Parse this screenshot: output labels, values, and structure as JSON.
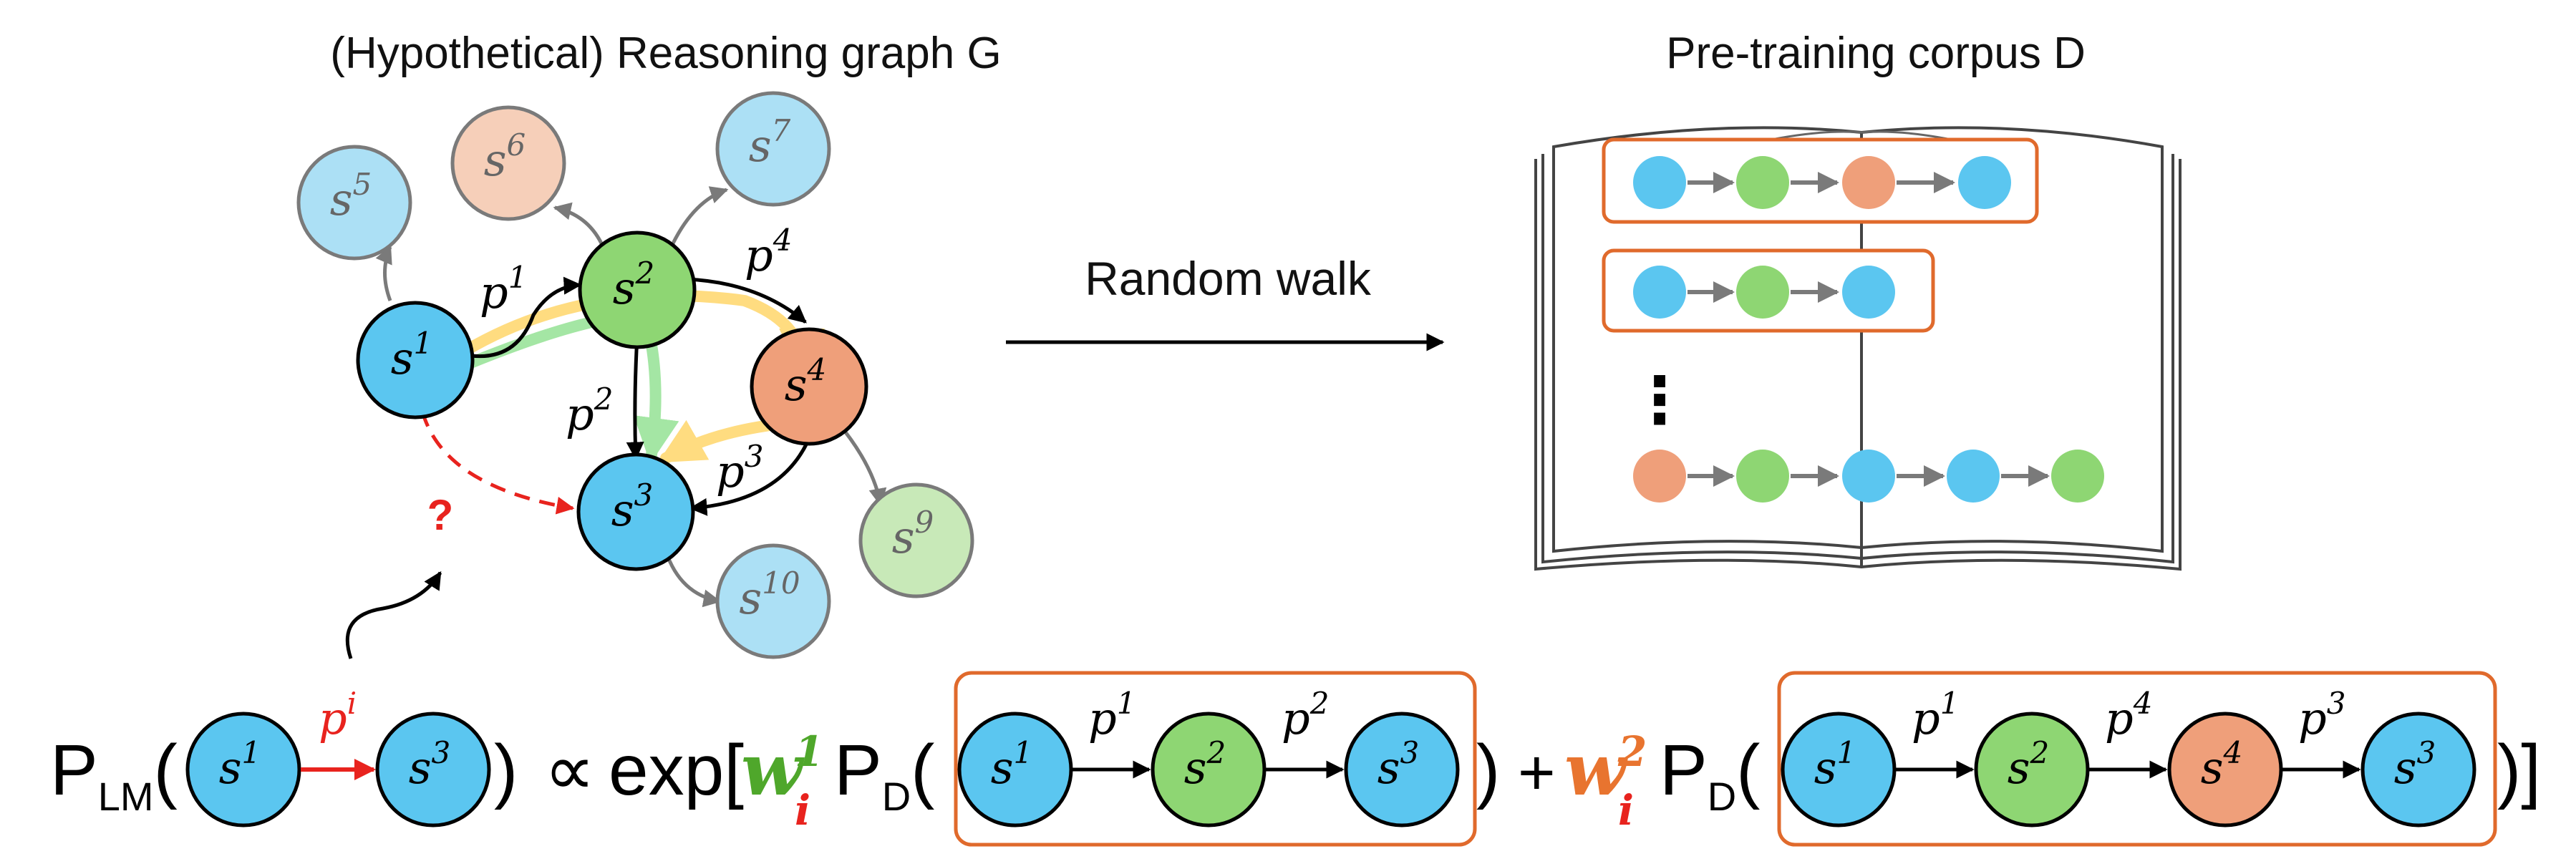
{
  "graph": {
    "title": "(Hypothetical) Reasoning graph G",
    "question_mark": "?",
    "nodes": {
      "s1": {
        "base": "s",
        "sup": "1"
      },
      "s2": {
        "base": "s",
        "sup": "2"
      },
      "s3": {
        "base": "s",
        "sup": "3"
      },
      "s4": {
        "base": "s",
        "sup": "4"
      },
      "s5": {
        "base": "s",
        "sup": "5"
      },
      "s6": {
        "base": "s",
        "sup": "6"
      },
      "s7": {
        "base": "s",
        "sup": "7"
      },
      "s9": {
        "base": "s",
        "sup": "9"
      },
      "s10": {
        "base": "s",
        "sup": "10"
      }
    },
    "edges": {
      "p1": {
        "base": "p",
        "sup": "1"
      },
      "p2": {
        "base": "p",
        "sup": "2"
      },
      "p3": {
        "base": "p",
        "sup": "3"
      },
      "p4": {
        "base": "p",
        "sup": "4"
      }
    }
  },
  "middle": {
    "label": "Random walk"
  },
  "corpus": {
    "title": "Pre-training corpus D",
    "ellipsis": "⋮"
  },
  "formula": {
    "lhs_P": "P",
    "lhs_sub": "LM",
    "open_paren": "(",
    "close_paren": ")",
    "edge_label": {
      "base": "p",
      "sup": "i"
    },
    "proportional": "∝",
    "exp": "exp[",
    "w1": {
      "base": "w",
      "sub": "i",
      "sup": "1"
    },
    "w2": {
      "base": "w",
      "sub": "i",
      "sup": "2"
    },
    "PD": "P",
    "PD_sub": "D",
    "plus": "+",
    "closing": ")]",
    "nodes": {
      "a_s1": {
        "base": "s",
        "sup": "1"
      },
      "a_s3": {
        "base": "s",
        "sup": "3"
      },
      "b_s1": {
        "base": "s",
        "sup": "1"
      },
      "b_s2": {
        "base": "s",
        "sup": "2"
      },
      "b_s3": {
        "base": "s",
        "sup": "3"
      },
      "c_s1": {
        "base": "s",
        "sup": "1"
      },
      "c_s2": {
        "base": "s",
        "sup": "2"
      },
      "c_s4": {
        "base": "s",
        "sup": "4"
      },
      "c_s3": {
        "base": "s",
        "sup": "3"
      }
    },
    "edges": {
      "b_p1": {
        "base": "p",
        "sup": "1"
      },
      "b_p2": {
        "base": "p",
        "sup": "2"
      },
      "c_p1": {
        "base": "p",
        "sup": "1"
      },
      "c_p4": {
        "base": "p",
        "sup": "4"
      },
      "c_p3": {
        "base": "p",
        "sup": "3"
      }
    }
  },
  "colors": {
    "blue": "#5bc6f0",
    "green": "#8ed673",
    "orange": "#ef9f7a",
    "light_blue": "#ace0f5",
    "light_orange": "#f6cfb9",
    "light_green": "#c8e9b8",
    "red": "#e8231e",
    "w1_green": "#4fa72b",
    "w2_orange": "#e8742f",
    "box_orange": "#e06a2c",
    "highlight_yellow": "#ffd66b",
    "highlight_green": "#8ee08e"
  }
}
